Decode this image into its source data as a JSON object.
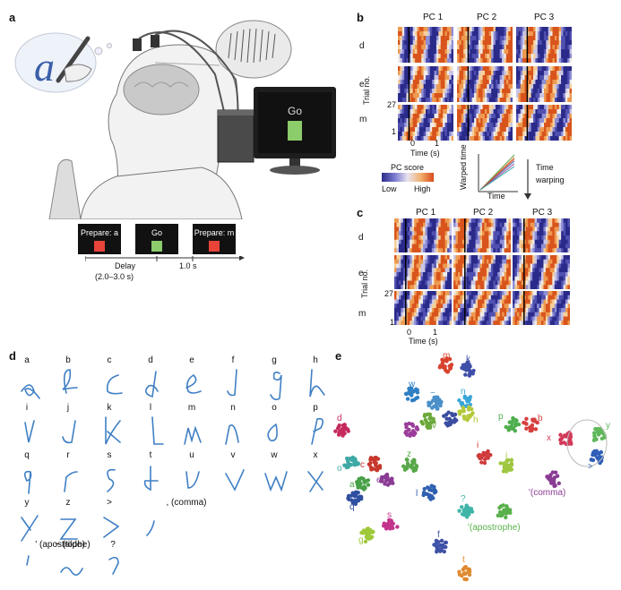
{
  "panels": {
    "a": "a",
    "b": "b",
    "c": "c",
    "d": "d",
    "e": "e"
  },
  "panel_a": {
    "screen_text": "Go",
    "cue_boxes": [
      {
        "label": "Prepare: a",
        "color": "#e8443a"
      },
      {
        "label": "Go",
        "color": "#8ccc6a"
      },
      {
        "label": "Prepare: m",
        "color": "#e8443a"
      }
    ],
    "timeline": {
      "delay": "Delay",
      "delay_range": "(2.0–3.0 s)",
      "go_dur": "1.0 s"
    }
  },
  "panel_b": {
    "pc_titles": [
      "PC 1",
      "PC 2",
      "PC 3"
    ],
    "row_labels": [
      "d",
      "e",
      "m"
    ],
    "trial_label": "Trial no.",
    "trial_top": "27",
    "trial_bottom": "1",
    "time_ticks": [
      "0",
      "1"
    ],
    "time_label": "Time (s)",
    "colorbar_title": "PC score",
    "colorbar_low": "Low",
    "colorbar_high": "High",
    "warp_ylabel": "Warped time",
    "warp_xlabel": "Time",
    "warp_arrow_top": "Time",
    "warp_arrow_bottom": "warping"
  },
  "panel_c": {
    "pc_titles": [
      "PC 1",
      "PC 2",
      "PC 3"
    ],
    "row_labels": [
      "d",
      "e",
      "m"
    ],
    "trial_label": "Trial no.",
    "trial_top": "27",
    "trial_bottom": "1",
    "time_ticks": [
      "0",
      "1"
    ],
    "time_label": "Time (s)"
  },
  "panel_d": {
    "characters": [
      "a",
      "b",
      "c",
      "d",
      "e",
      "f",
      "g",
      "h",
      "i",
      "j",
      "k",
      "l",
      "m",
      "n",
      "o",
      "p",
      "q",
      "r",
      "s",
      "t",
      "u",
      "v",
      "w",
      "x",
      "y",
      "z",
      ">",
      ", (comma)",
      "' (apostrophe)",
      "~ (tilde)",
      "?"
    ]
  },
  "panel_e": {
    "clusters": [
      {
        "label": "m",
        "color": "#d8432e"
      },
      {
        "label": "k",
        "color": "#3f4fa8"
      },
      {
        "label": "w",
        "color": "#2f7fc4"
      },
      {
        "label": "n",
        "color": "#3aa6d8"
      },
      {
        "label": "~",
        "color": "#4a8fc9"
      },
      {
        "label": "d",
        "color": "#c52a5c"
      },
      {
        "label": "v",
        "color": "#6aa83a"
      },
      {
        "label": "u",
        "color": "#9b3d9a"
      },
      {
        "label": "h",
        "color": "#b5c93a"
      },
      {
        "label": "r",
        "color": "#3b4da0"
      },
      {
        "label": "p",
        "color": "#4fae4f"
      },
      {
        "label": "b",
        "color": "#d83f3f"
      },
      {
        "label": "c",
        "color": "#c7372c"
      },
      {
        "label": "o",
        "color": "#3fa9a4"
      },
      {
        "label": "e",
        "color": "#8a3b94"
      },
      {
        "label": "z",
        "color": "#58a84a"
      },
      {
        "label": "i",
        "color": "#cf3a3a"
      },
      {
        "label": "j",
        "color": "#9ec73f"
      },
      {
        "label": "a",
        "color": "#48a048"
      },
      {
        "label": "q",
        "color": "#2f4fa0"
      },
      {
        "label": "l",
        "color": "#2f60b0"
      },
      {
        "label": "?",
        "color": "#3fb5a8"
      },
      {
        "label": "s",
        "color": "#c3348c"
      },
      {
        "label": "g",
        "color": "#9fc93a"
      },
      {
        "label": "f",
        "color": "#3f52a8"
      },
      {
        "label": "t",
        "color": "#e08a30"
      },
      {
        "label": "'(comma)",
        "color": "#8a3b94"
      },
      {
        "label": "'(apostrophe)",
        "color": "#58b04a"
      },
      {
        "label": "y",
        "color": "#5fb85a"
      },
      {
        "label": "x",
        "color": "#d33a5a"
      },
      {
        "label": ">",
        "color": "#2f5fb8"
      }
    ]
  }
}
